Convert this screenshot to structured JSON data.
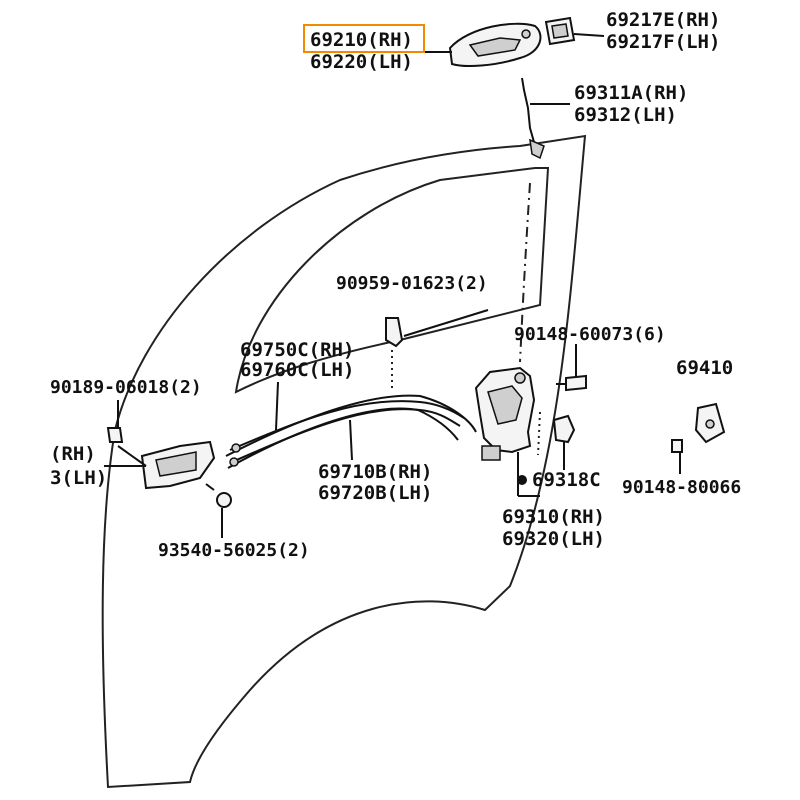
{
  "diagram": {
    "parts": [
      {
        "id": "outside_handle_rh",
        "text": "69210(RH)",
        "highlighted": true
      },
      {
        "id": "outside_handle_lh",
        "text": "69220(LH)"
      },
      {
        "id": "handle_cover_rh",
        "text": "69217E(RH)"
      },
      {
        "id": "handle_cover_lh",
        "text": "69217F(LH)"
      },
      {
        "id": "lock_rod_rh",
        "text": "69311A(RH)"
      },
      {
        "id": "lock_rod_lh",
        "text": "69312(LH)"
      },
      {
        "id": "clip",
        "text": "90959-01623(2)"
      },
      {
        "id": "screw_lock",
        "text": "90148-60073(6)"
      },
      {
        "id": "striker",
        "text": "69410"
      },
      {
        "id": "cable_lock_rh",
        "text": "69750C(RH)"
      },
      {
        "id": "cable_lock_lh",
        "text": "69760C(LH)"
      },
      {
        "id": "bolt_inside",
        "text": "90189-06018(2)"
      },
      {
        "id": "inside_handle_rh",
        "text": "(RH)"
      },
      {
        "id": "inside_handle_lh",
        "text": "3(LH)"
      },
      {
        "id": "cable_open_rh",
        "text": "69710B(RH)"
      },
      {
        "id": "cable_open_lh",
        "text": "69720B(LH)"
      },
      {
        "id": "lock_cover",
        "text": "69318C"
      },
      {
        "id": "screw_striker",
        "text": "90148-80066"
      },
      {
        "id": "door_lock_rh",
        "text": "69310(RH)"
      },
      {
        "id": "door_lock_lh",
        "text": "69320(LH)"
      },
      {
        "id": "screw_handle",
        "text": "93540-56025(2)"
      }
    ]
  }
}
